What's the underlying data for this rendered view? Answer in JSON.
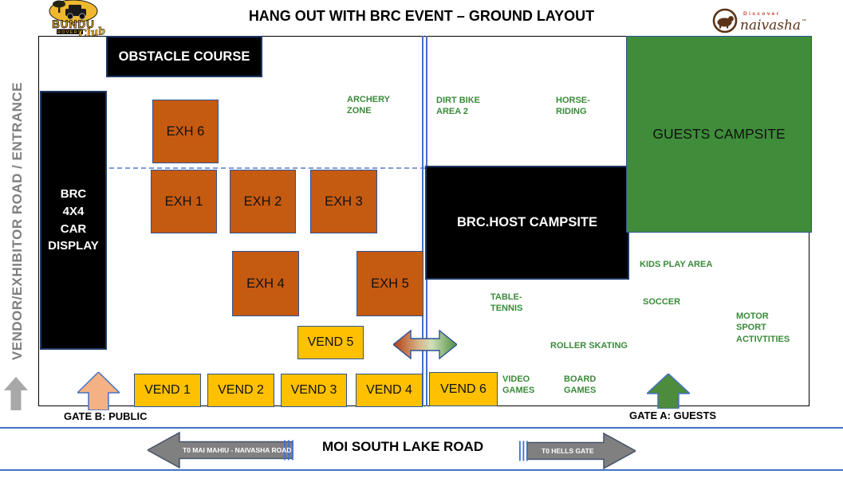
{
  "header": {
    "title": "HANG OUT WITH BRC EVENT – GROUND LAYOUT"
  },
  "logos": {
    "bundu_rovers": {
      "name": "BUNDU",
      "sub": "ROVERS",
      "script": "Club"
    },
    "discover_naivasha": {
      "top": "Discover",
      "script": "naivasha",
      "tm": "™"
    }
  },
  "left_road_label": "VENDOR/EXHIBITOR ROAD / ENTRANCE",
  "zones": {
    "obstacle_course": "OBSTACLE COURSE",
    "brc_car_display": "BRC\n4X4\nCAR\nDISPLAY",
    "brc_host_campsite": "BRC.HOST CAMPSITE",
    "guests_campsite": "GUESTS CAMPSITE"
  },
  "exhibitor_stands": {
    "exh1": "EXH 1",
    "exh2": "EXH 2",
    "exh3": "EXH 3",
    "exh4": "EXH 4",
    "exh5": "EXH 5",
    "exh6": "EXH 6"
  },
  "vendor_stands": {
    "vend1": "VEND 1",
    "vend2": "VEND 2",
    "vend3": "VEND 3",
    "vend4": "VEND 4",
    "vend5": "VEND 5",
    "vend6": "VEND 6"
  },
  "activity_labels": {
    "archery": "ARCHERY\nZONE",
    "dirt_bike": "DIRT BIKE\nAREA 2",
    "horse_riding": "HORSE-\nRIDING",
    "kids_play": "KIDS PLAY AREA",
    "table_tennis": "TABLE-\nTENNIS",
    "soccer": "SOCCER",
    "roller_skating": "ROLLER SKATING",
    "motor_sport": "MOTOR\nSPORT\nACTIVTITIES",
    "video_games": "VIDEO\nGAMES",
    "board_games": "BOARD\nGAMES"
  },
  "gates": {
    "gate_b": "GATE B: PUBLIC",
    "gate_a": "GATE A: GUESTS"
  },
  "road": {
    "name": "MOI SOUTH LAKE ROAD",
    "west_arrow": "T0  MAI MAHIU - NAIVASHA ROAD",
    "east_arrow": "T0 HELLS GATE"
  },
  "colors": {
    "exh_fill": "#C55A11",
    "vend_fill": "#FFC000",
    "campsite_green": "#3F8C3A",
    "label_green": "#3A8A3A",
    "box_border_blue": "#2E5395",
    "road_line_blue": "#4472C4",
    "arrow_gray": "#808080",
    "gate_b_orange": "#F4B183",
    "gate_a_green": "#4C8C3C"
  }
}
